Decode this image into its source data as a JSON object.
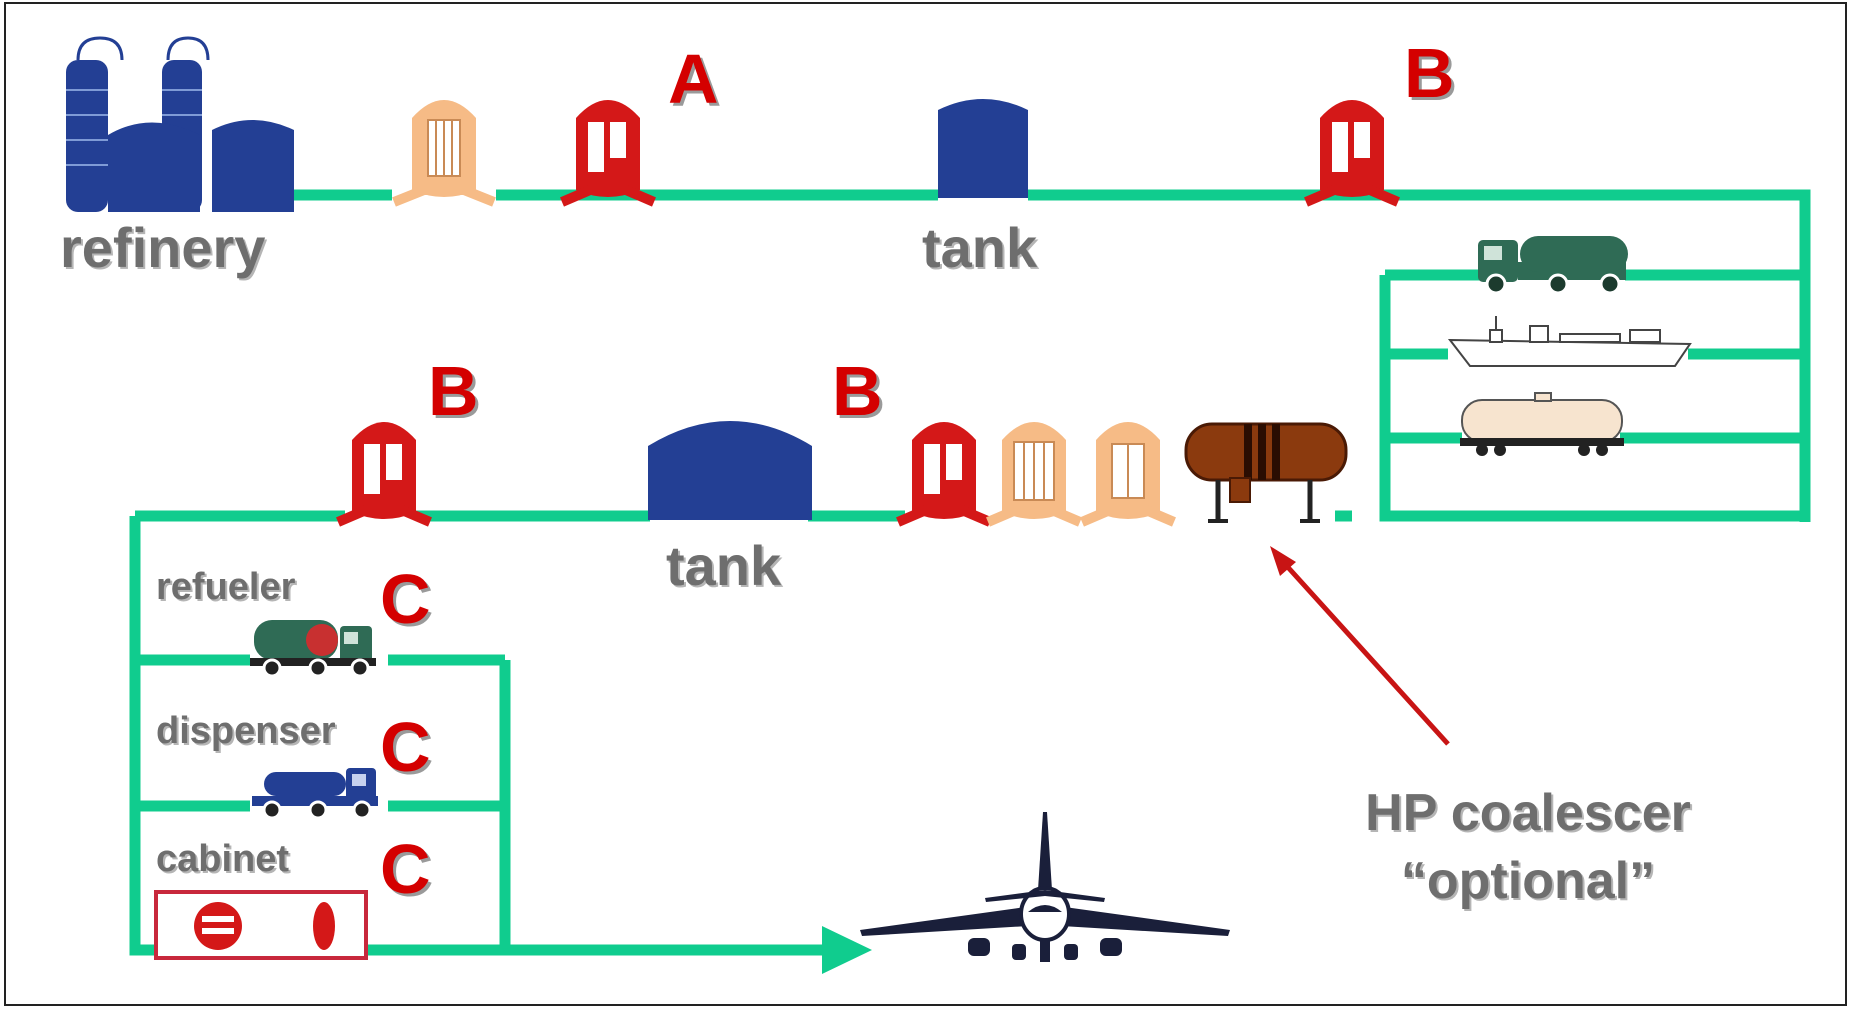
{
  "labels": {
    "refinery": "refinery",
    "tank_top": "tank",
    "tank_bottom": "tank",
    "refueler": "refueler",
    "dispenser": "dispenser",
    "cabinet": "cabinet",
    "hp_line1": "HP coalescer",
    "hp_line2": "“optional”"
  },
  "markers": {
    "a": "A",
    "b1": "B",
    "b2": "B",
    "b3": "B",
    "c1": "C",
    "c2": "C",
    "c3": "C"
  },
  "colors": {
    "pipe": "#10cc8e",
    "tank_blue": "#233f94",
    "filter_red": "#d41818",
    "filter_peach": "#f6bb86",
    "coalescer_brown": "#8b3a0e",
    "marker_red": "#d40000",
    "arrow_red": "#c81414",
    "label_gray": "#6e6e6e"
  }
}
